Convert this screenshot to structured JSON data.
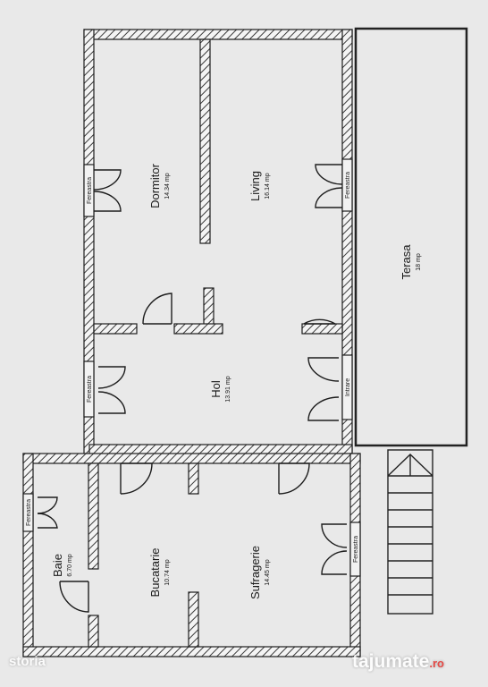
{
  "rooms": [
    {
      "name": "Dormitor",
      "area": "14.34 mp"
    },
    {
      "name": "Living",
      "area": "16.14 mp"
    },
    {
      "name": "Terasa",
      "area": "18 mp"
    },
    {
      "name": "Hol",
      "area": "13.91 mp"
    },
    {
      "name": "Baie",
      "area": "6.70 mp"
    },
    {
      "name": "Bucatarie",
      "area": "10.74 mp"
    },
    {
      "name": "Sufragerie",
      "area": "14.45 mp"
    }
  ],
  "windows": {
    "dormitor": "Fereastra",
    "living": "Fereastra",
    "hol": "Fereastra",
    "baie": "Fereastra",
    "sufragerie": "Fereastra",
    "entrance": "Intrare"
  },
  "watermarks": {
    "left": "storia",
    "right": "tajumate",
    "right_suffix": ".ro"
  },
  "colors": {
    "background": "#e9e9e9",
    "wall": "#1d1d1d",
    "hatch": "#555555"
  }
}
